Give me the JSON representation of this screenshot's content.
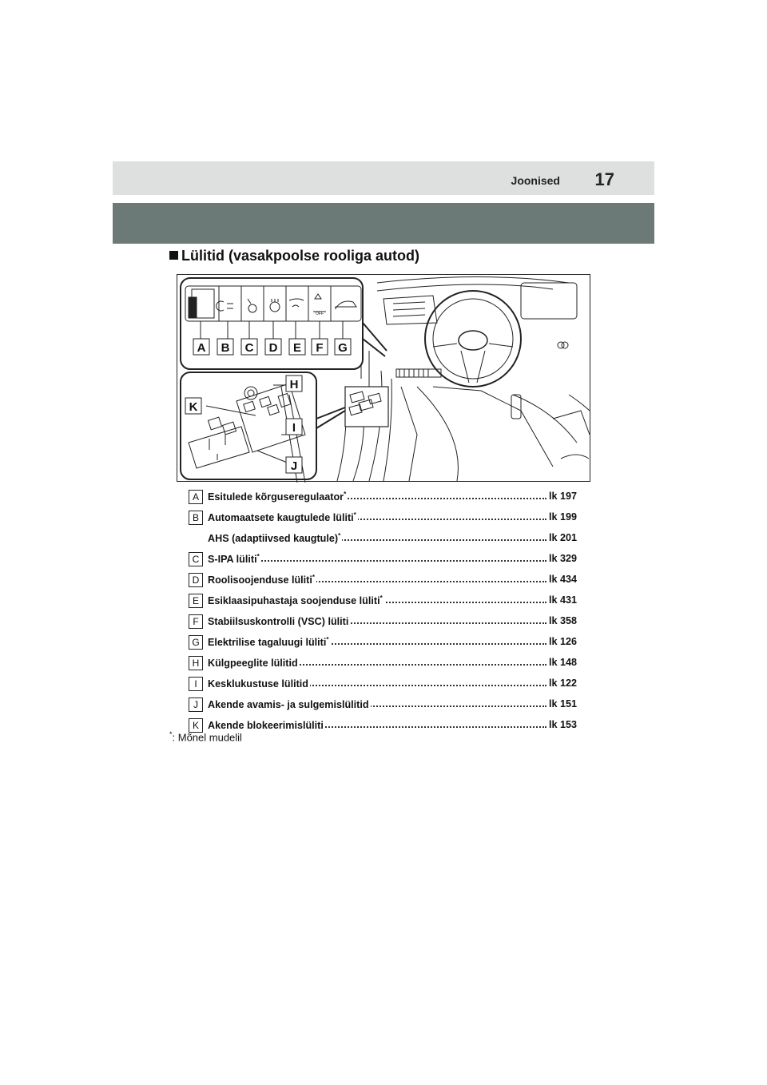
{
  "header": {
    "section": "Joonised",
    "page_number": "17"
  },
  "heading": "Lülitid (vasakpoolse rooliga autod)",
  "callouts": [
    "A",
    "B",
    "C",
    "D",
    "E",
    "F",
    "G",
    "H",
    "I",
    "J",
    "K"
  ],
  "switch_icons": [
    "headlight-leveling-icon",
    "auto-high-beam-icon",
    "s-ipa-icon",
    "steering-heater-icon",
    "wiper-de-icer-icon",
    "vsc-off-icon",
    "power-tailgate-icon"
  ],
  "vsc_off_text": "OFF",
  "entries": [
    {
      "letter": "A",
      "label": "Esitulede kõrguseregulaator",
      "star": "*",
      "page": "lk 197"
    },
    {
      "letter": "B",
      "label": "Automaatsete kaugtulede lüliti",
      "star": "*",
      "page": "lk 199"
    },
    {
      "letter": "",
      "label": "AHS (adaptiivsed kaugtule)",
      "star": "*",
      "page": "lk 201"
    },
    {
      "letter": "C",
      "label": "S-IPA lüliti",
      "star": "*",
      "page": "lk 329"
    },
    {
      "letter": "D",
      "label": "Roolisoojenduse lüliti",
      "star": "*",
      "page": "lk 434"
    },
    {
      "letter": "E",
      "label": "Esiklaasipuhastaja soojenduse lüliti",
      "star": "*",
      "page": "lk 431"
    },
    {
      "letter": "F",
      "label": "Stabiilsuskontrolli (VSC) lüliti",
      "star": "",
      "page": "lk 358"
    },
    {
      "letter": "G",
      "label": "Elektrilise tagaluugi lüliti",
      "star": "*",
      "page": "lk 126"
    },
    {
      "letter": "H",
      "label": "Külgpeeglite lülitid",
      "star": "",
      "page": "lk 148"
    },
    {
      "letter": "I",
      "label": "Kesklukustuse lülitid",
      "star": "",
      "page": "lk 122"
    },
    {
      "letter": "J",
      "label": "Akende avamis- ja sulgemislülitid",
      "star": "",
      "page": "lk 151"
    },
    {
      "letter": "K",
      "label": "Akende blokeerimislüliti",
      "star": "",
      "page": "lk 153"
    }
  ],
  "footnote": {
    "mark": "*",
    "text": ": Mõnel mudelil"
  }
}
